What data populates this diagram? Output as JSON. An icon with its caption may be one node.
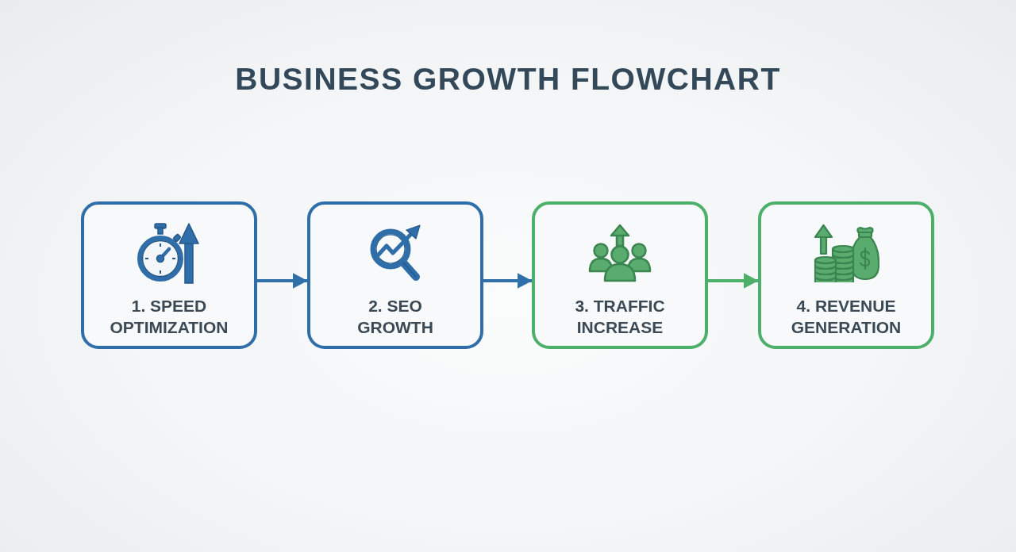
{
  "diagram": {
    "title": "BUSINESS GROWTH FLOWCHART",
    "nodes": [
      {
        "text": [
          "1. SPEED OPTIMIZATION"
        ]
      },
      {
        "text": [
          "2. SEO GROWTH"
        ]
      },
      {
        "text": [
          "3. TRAFFIC INCREASE"
        ]
      },
      {
        "text": [
          "4. REVENUE GENERATION"
        ]
      }
    ],
    "edges": [
      {
        "from": 0,
        "to": 1,
        "arrow": "to"
      },
      {
        "from": 1,
        "to": 2,
        "arrow": "to"
      },
      {
        "from": 2,
        "to": 3,
        "arrow": "to",
        "color": "#4caf6a"
      }
    ]
  }
}
